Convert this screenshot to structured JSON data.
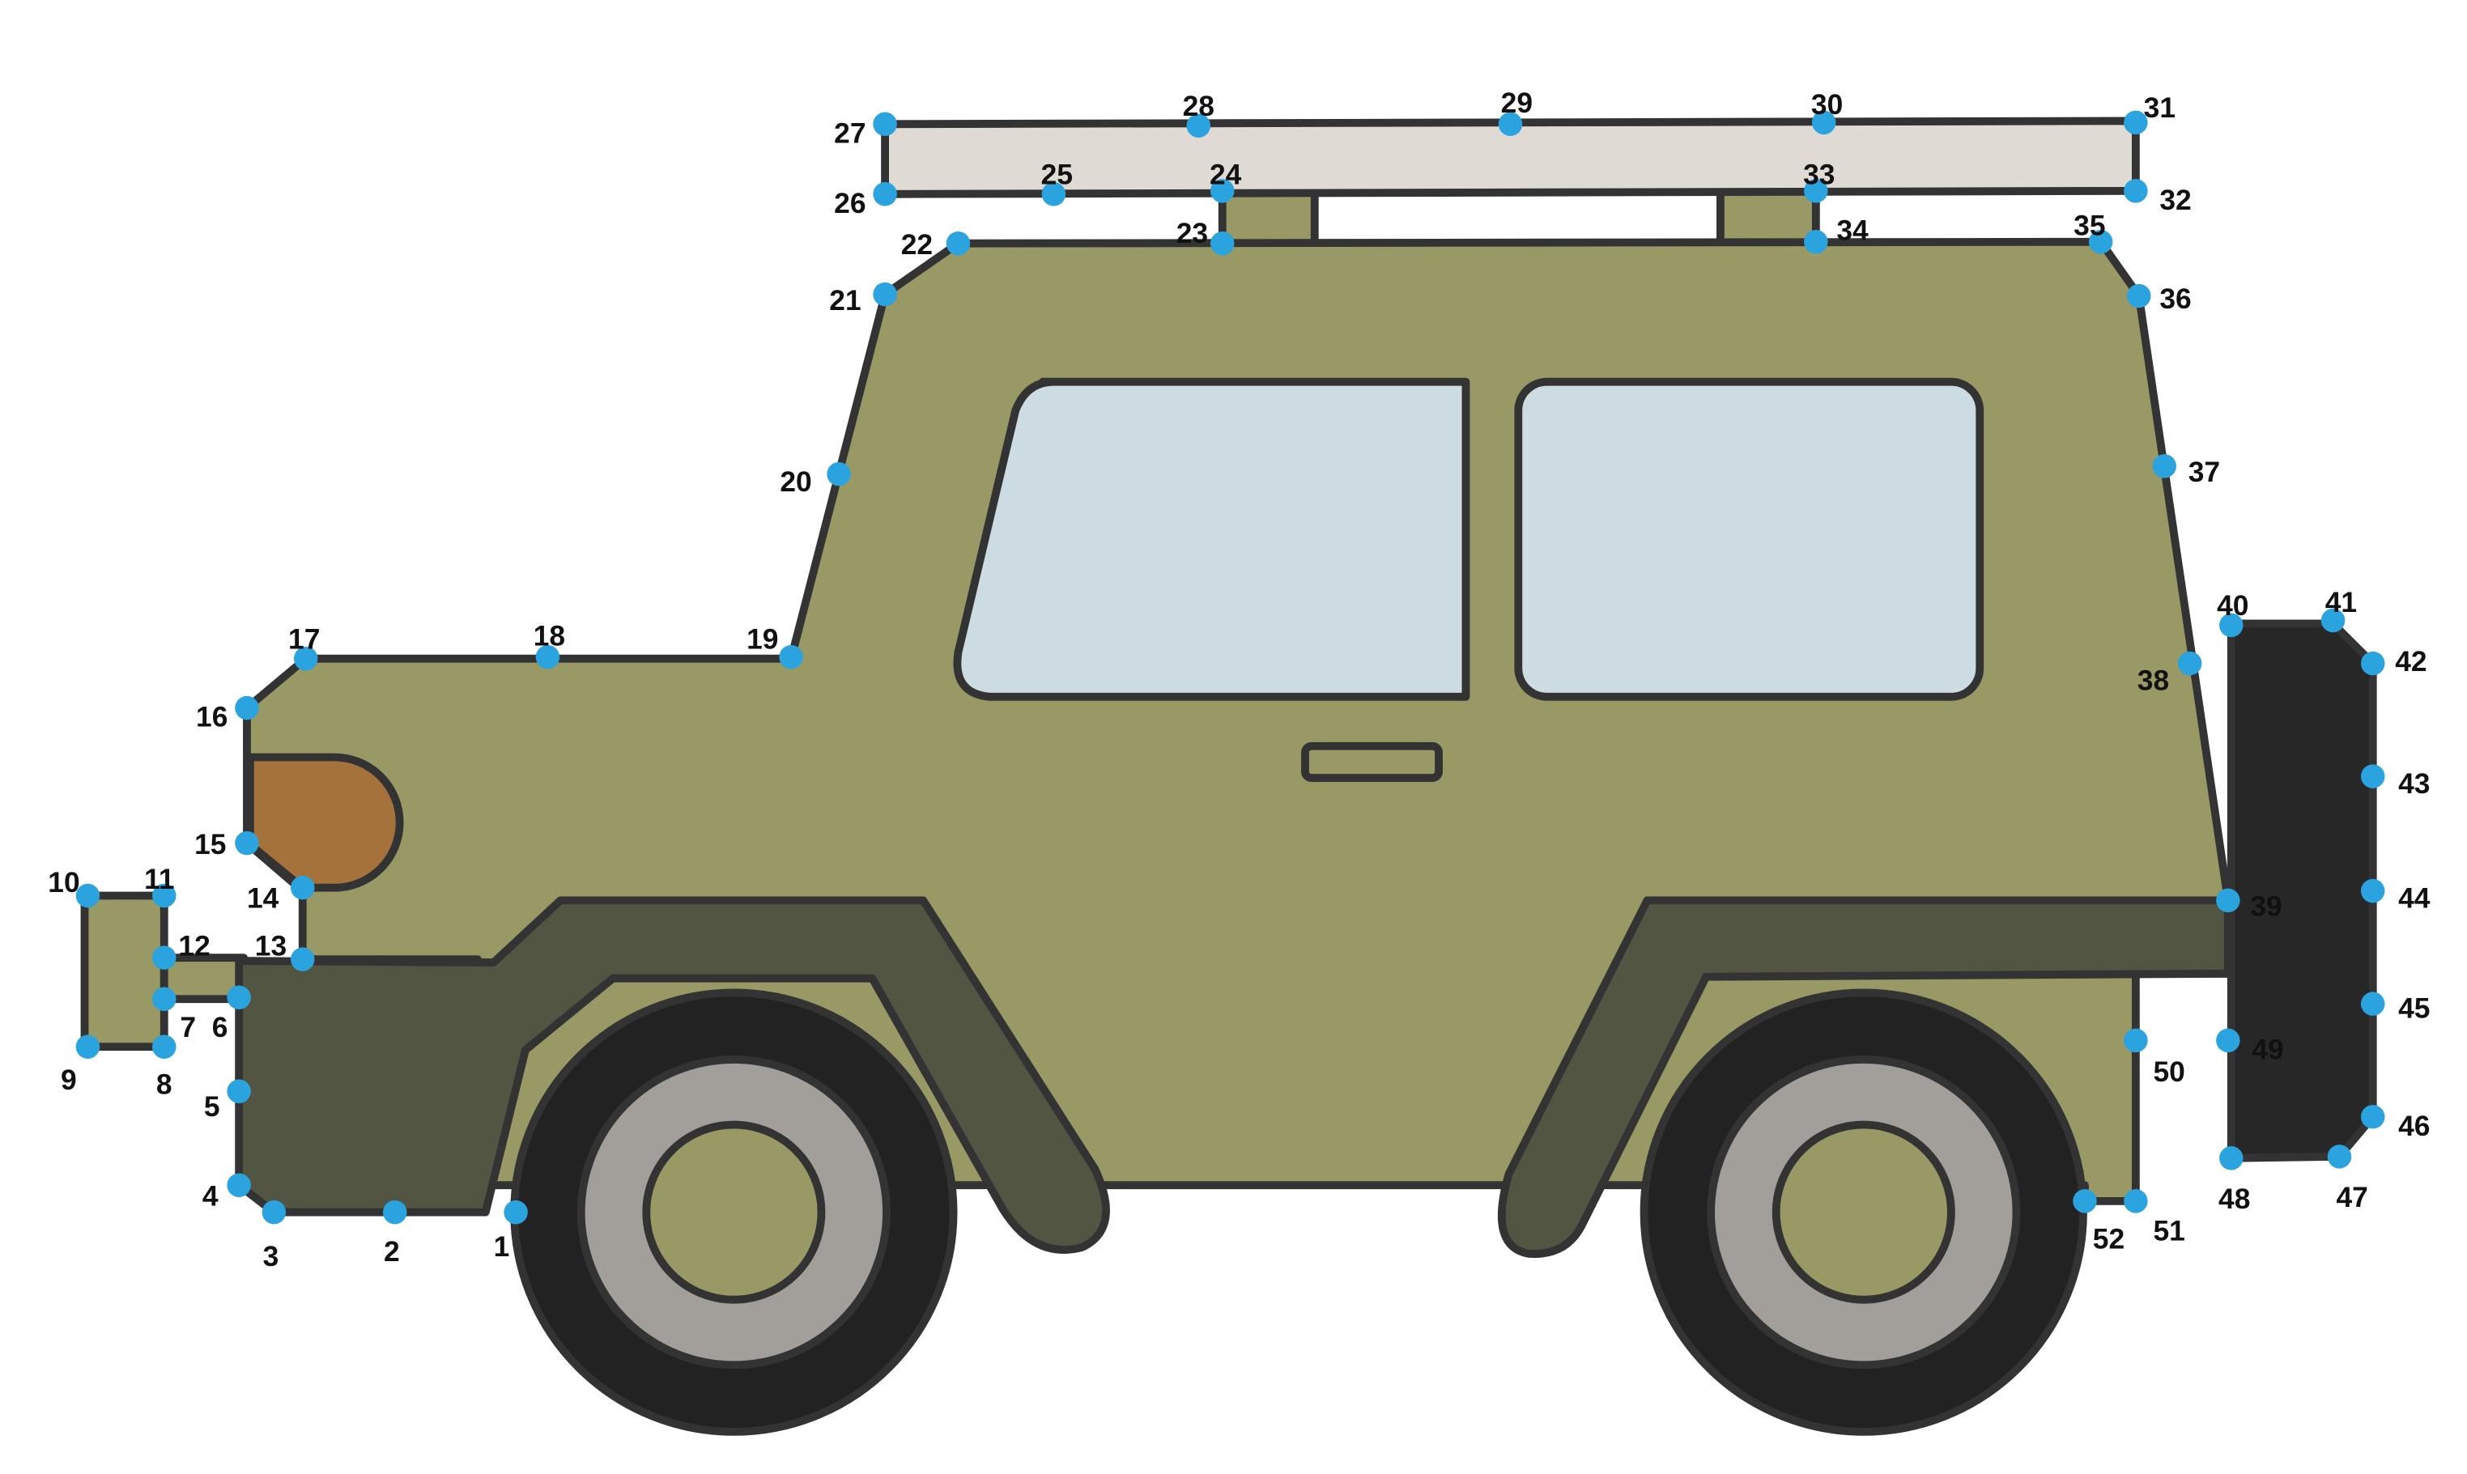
{
  "colors": {
    "background": "#ffffff",
    "outline": "#333333",
    "body": "#999966",
    "fender": "#525541",
    "window": "#cddbe2",
    "roof_rack": "#e0dad5",
    "headlight": "#a6723c",
    "tire": "#222222",
    "rim": "#a29e9a",
    "hub": "#999966",
    "spare_tire": "#272727",
    "dot": "#2aa3de",
    "label": "#111111"
  },
  "dots": [
    {
      "n": "1"
    },
    {
      "n": "2"
    },
    {
      "n": "3"
    },
    {
      "n": "4"
    },
    {
      "n": "5"
    },
    {
      "n": "6"
    },
    {
      "n": "7"
    },
    {
      "n": "8"
    },
    {
      "n": "9"
    },
    {
      "n": "10"
    },
    {
      "n": "11"
    },
    {
      "n": "12"
    },
    {
      "n": "13"
    },
    {
      "n": "14"
    },
    {
      "n": "15"
    },
    {
      "n": "16"
    },
    {
      "n": "17"
    },
    {
      "n": "18"
    },
    {
      "n": "19"
    },
    {
      "n": "20"
    },
    {
      "n": "21"
    },
    {
      "n": "22"
    },
    {
      "n": "23"
    },
    {
      "n": "24"
    },
    {
      "n": "25"
    },
    {
      "n": "26"
    },
    {
      "n": "27"
    },
    {
      "n": "28"
    },
    {
      "n": "29"
    },
    {
      "n": "30"
    },
    {
      "n": "31"
    },
    {
      "n": "32"
    },
    {
      "n": "33"
    },
    {
      "n": "34"
    },
    {
      "n": "35"
    },
    {
      "n": "36"
    },
    {
      "n": "37"
    },
    {
      "n": "38"
    },
    {
      "n": "39"
    },
    {
      "n": "40"
    },
    {
      "n": "41"
    },
    {
      "n": "42"
    },
    {
      "n": "43"
    },
    {
      "n": "44"
    },
    {
      "n": "45"
    },
    {
      "n": "46"
    },
    {
      "n": "47"
    },
    {
      "n": "48"
    },
    {
      "n": "49"
    },
    {
      "n": "50"
    },
    {
      "n": "51"
    },
    {
      "n": "52"
    }
  ]
}
